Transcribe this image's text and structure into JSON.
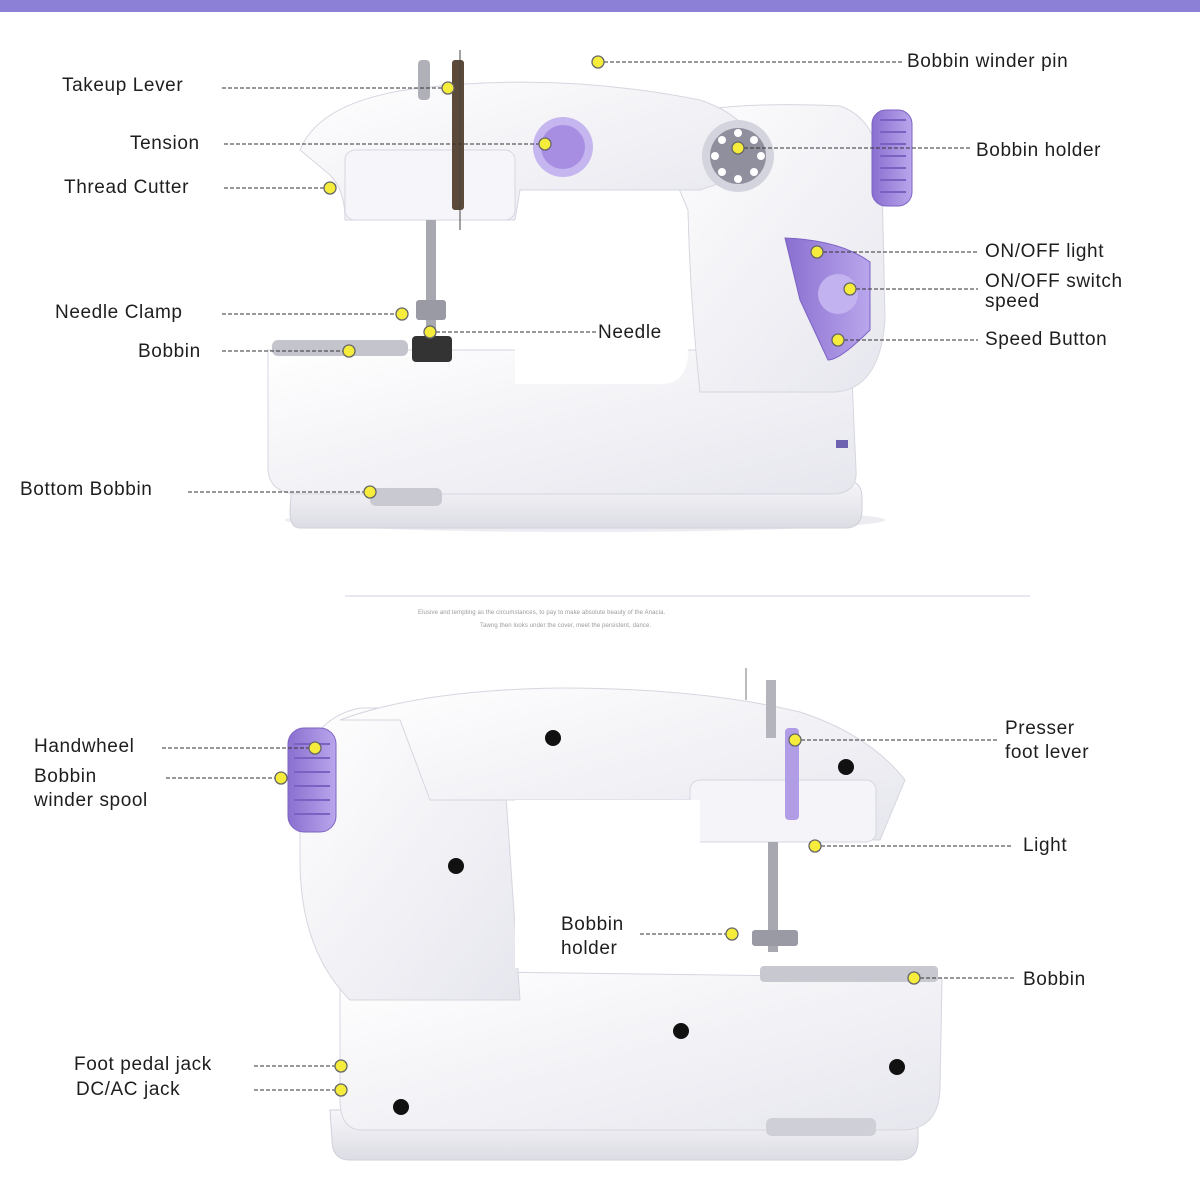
{
  "accent_color": "#9b85d8",
  "marker_color": "#f5ec3c",
  "top_view": {
    "labels": {
      "takeup_lever": "Takeup Lever",
      "tension": "Tension",
      "thread_cutter": "Thread Cutter",
      "needle_clamp": "Needle Clamp",
      "bobbin": "Bobbin",
      "bottom_bobbin": "Bottom Bobbin",
      "needle": "Needle",
      "bobbin_winder_pin": "Bobbin winder pin",
      "bobbin_holder": "Bobbin holder",
      "onoff_light": "ON/OFF light",
      "onoff_switch_line1": "ON/OFF switch",
      "onoff_switch_line2": "speed",
      "speed_button": "Speed Button"
    }
  },
  "caption": {
    "line1": "Elusive and tempting as the circumstances, to pay to make absolute beauty of the Anacia.",
    "line2": "Tawng then looks under the cover, meet the persistent, dance."
  },
  "bottom_view": {
    "labels": {
      "handwheel": "Handwheel",
      "bobbin_winder_spool_line1": "Bobbin",
      "bobbin_winder_spool_line2": "winder spool",
      "foot_pedal_jack": "Foot pedal jack",
      "dc_ac_jack": "DC/AC jack",
      "presser_foot_lever_line1": "Presser",
      "presser_foot_lever_line2": "foot lever",
      "light": "Light",
      "bobbin_holder_line1": "Bobbin",
      "bobbin_holder_line2": "holder",
      "bobbin": "Bobbin"
    }
  }
}
